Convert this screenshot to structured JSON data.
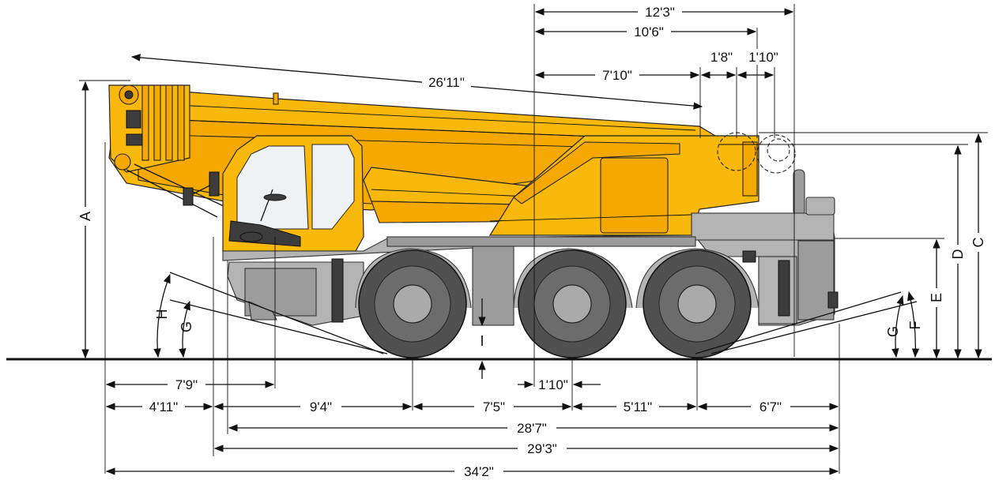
{
  "dimensions": {
    "top_total": "12'3\"",
    "top_mid": "10'6\"",
    "top_short": "7'10\"",
    "top_small_a": "1'8\"",
    "top_small_b": "1'10\"",
    "boom_length": "26'11\"",
    "front_overhang_long": "7'9\"",
    "front_overhang": "4'11\"",
    "wheelbase_front": "9'4\"",
    "axle_1_2": "7'5\"",
    "center_offset": "1'10\"",
    "axle_2_3": "5'11\"",
    "rear_overhang": "6'7\"",
    "length_a": "28'7\"",
    "length_b": "29'3\"",
    "length_total": "34'2\""
  },
  "letters": {
    "A": "A",
    "C": "C",
    "D": "D",
    "E": "E",
    "F": "F",
    "G_front": "G",
    "G_rear": "G",
    "H": "H",
    "I": "I"
  },
  "colors": {
    "crane_yellow": "#f8b80c",
    "carrier_grey": "#b4b4b4",
    "tire": "#505050"
  }
}
